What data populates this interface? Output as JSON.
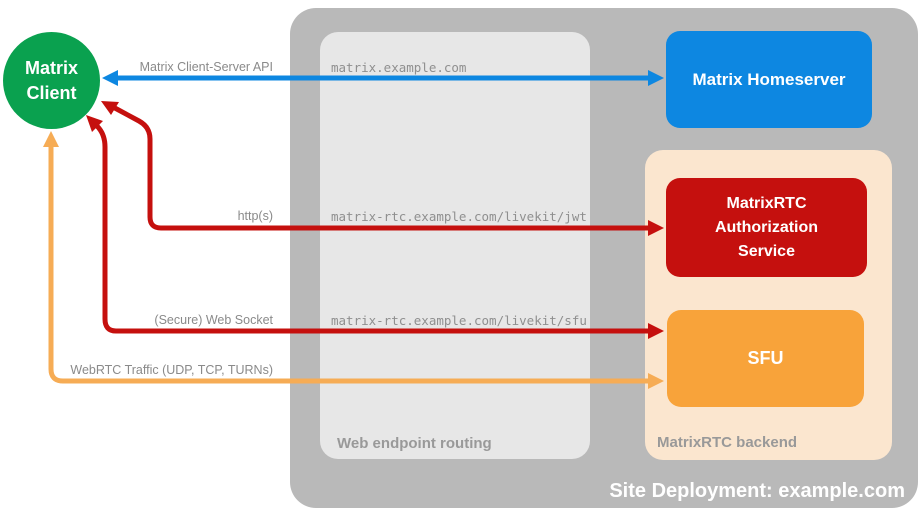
{
  "nodes": {
    "client": {
      "label": "Matrix Client"
    },
    "homeserver": {
      "label": "Matrix Homeserver"
    },
    "auth": {
      "label": "MatrixRTC Authorization Service"
    },
    "sfu": {
      "label": "SFU"
    }
  },
  "groups": {
    "site": {
      "label": "Site Deployment: example.com"
    },
    "routing": {
      "label": "Web endpoint routing"
    },
    "backend": {
      "label": "MatrixRTC backend"
    }
  },
  "connections": [
    {
      "name": "matrix-client-server-api",
      "label": "Matrix Client-Server API",
      "endpoint": "matrix.example.com",
      "from": "Matrix Client",
      "to": "Matrix Homeserver",
      "color": "#0d87e1",
      "style": "double-arrow"
    },
    {
      "name": "https",
      "label": "http(s)",
      "endpoint": "matrix-rtc.example.com/livekit/jwt",
      "from": "Matrix Client",
      "to": "MatrixRTC Authorization Service",
      "color": "#c5100e",
      "style": "double-arrow"
    },
    {
      "name": "secure-web-socket",
      "label": "(Secure) Web Socket",
      "endpoint": "matrix-rtc.example.com/livekit/sfu",
      "from": "Matrix Client",
      "to": "SFU",
      "color": "#c5100e",
      "style": "double-arrow"
    },
    {
      "name": "webrtc-traffic",
      "label": "WebRTC Traffic (UDP, TCP, TURNs)",
      "from": "Matrix Client",
      "to": "SFU",
      "color": "#f6ac55",
      "style": "double-arrow"
    }
  ],
  "colors": {
    "green": "#0aa14f",
    "blue": "#0d87e1",
    "red": "#c5100e",
    "orange": "#f8a33a",
    "orange-light": "#f6ac55",
    "container-gray": "#b9b9b9",
    "routing-gray": "#e7e7e7",
    "backend-peach": "#fbe6cf",
    "label-gray": "#8a8a8a",
    "mono-gray": "#8f8f8f",
    "group-label-gray": "#999999"
  }
}
